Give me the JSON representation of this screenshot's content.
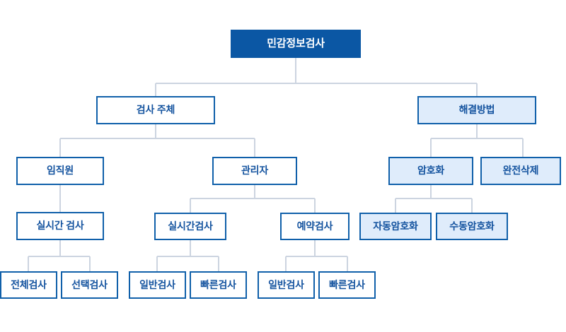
{
  "diagram": {
    "title": "민감정보검사",
    "background_color": "#ffffff",
    "colors": {
      "root_fill": "#0b57a4",
      "root_text": "#ffffff",
      "box_border": "#1060aa",
      "box_text": "#14539f",
      "tint_fill": "#dfecfb",
      "plain_fill": "#ffffff",
      "connector": "#ccd4e0"
    },
    "nodes": {
      "root": "민감정보검사",
      "subject": "검사 주체",
      "solution": "해결방법",
      "employee": "임직원",
      "manager": "관리자",
      "encryption": "암호화",
      "complete_delete": "완전삭제",
      "employee_realtime": "실시간 검사",
      "manager_realtime": "실시간검사",
      "manager_scheduled": "예약검사",
      "auto_encryption": "자동암호화",
      "manual_encryption": "수동암호화",
      "employee_full_scan": "전체검사",
      "employee_select_scan": "선택검사",
      "manager_rt_normal": "일반검사",
      "manager_rt_fast": "빠른검사",
      "manager_sc_normal": "일반검사",
      "manager_sc_fast": "빠른검사"
    }
  }
}
